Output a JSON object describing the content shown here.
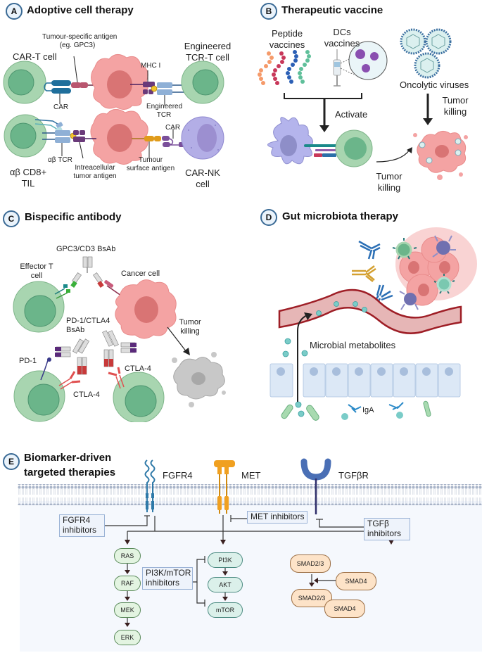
{
  "figure": {
    "panels": {
      "A": {
        "letter": "A",
        "title": "Adoptive cell therapy",
        "labels": {
          "car_t_cell": "CAR-T cell",
          "tumour_specific_antigen_1": "Tumour-specific antigen",
          "tumour_specific_antigen_2": "(eg. GPC3)",
          "engineered_tcr_t_1": "Engineered",
          "engineered_tcr_t_2": "TCR-T cell",
          "mhc_i": "MHC I",
          "car_top": "CAR",
          "engineered_tcr_1": "Engineered",
          "engineered_tcr_2": "TCR",
          "car_nk_receptor": "CAR",
          "ab_tcr": "αβ TCR",
          "intracellular_antigen_1": "Intreacellular",
          "intracellular_antigen_2": "tumor antigen",
          "tumour_surface_antigen_1": "Tumour",
          "tumour_surface_antigen_2": "surface antigen",
          "ab_cd8_til_1": "αβ CD8+",
          "ab_cd8_til_2": "TIL",
          "car_nk_cell_1": "CAR-NK",
          "car_nk_cell_2": "cell"
        }
      },
      "B": {
        "letter": "B",
        "title": "Therapeutic vaccine",
        "labels": {
          "peptide_vaccines_1": "Peptide",
          "peptide_vaccines_2": "vaccines",
          "dcs_vaccines_1": "DCs",
          "dcs_vaccines_2": "vaccines",
          "oncolytic_viruses": "Oncolytic viruses",
          "activate": "Activate",
          "tumor_killing_right_1": "Tumor",
          "tumor_killing_right_2": "killing",
          "tumor_killing_bottom_1": "Tumor",
          "tumor_killing_bottom_2": "killing"
        }
      },
      "C": {
        "letter": "C",
        "title": "Bispecific antibody",
        "labels": {
          "gpc3_cd3_bsab": "GPC3/CD3 BsAb",
          "effector_t_cell_1": "Effector T",
          "effector_t_cell_2": "cell",
          "cancer_cell": "Cancer cell",
          "pd1_ctla4_bsab_1": "PD-1/CTLA4",
          "pd1_ctla4_bsab_2": "BsAb",
          "tumor_killing_1": "Tumor",
          "tumor_killing_2": "killing",
          "pd1": "PD-1",
          "ctla4_left": "CTLA-4",
          "ctla4_right": "CTLA-4"
        }
      },
      "D": {
        "letter": "D",
        "title": "Gut microbiota therapy",
        "labels": {
          "microbial_metabolites": "Microbial metabolites",
          "iga": "IgA"
        }
      },
      "E": {
        "letter": "E",
        "title_1": "Biomarker-driven",
        "title_2": "targeted therapies",
        "receptors": {
          "fgfr4": "FGFR4",
          "met": "MET",
          "tgfbr": "TGFβR"
        },
        "inhibitors": {
          "fgfr4_1": "FGFR4",
          "fgfr4_2": "inhibitors",
          "met": "MET inhibitors",
          "tgfb_1": "TGFβ",
          "tgfb_2": "inhibitors",
          "pi3k_mtor_1": "PI3K/mTOR",
          "pi3k_mtor_2": "inhibitors"
        },
        "pathways": {
          "mapk": [
            "RAS",
            "RAF",
            "MEK",
            "ERK"
          ],
          "pi3k": [
            "PI3K",
            "AKT",
            "mTOR"
          ],
          "smad": {
            "smad23_top": "SMAD2/3",
            "smad4_side": "SMAD4",
            "smad23_complex": "SMAD2/3",
            "smad4_complex": "SMAD4"
          }
        }
      }
    },
    "colors": {
      "badge_border": "#3a6a95",
      "t_cell_outer": "#a8d5b0",
      "t_cell_inner": "#6bb58a",
      "tumor": "#f4a3a3",
      "tumor_nucleus": "#d97474",
      "nk_cell": "#b3aee6",
      "dc": "#b4b4ec",
      "vessel": "#a02028",
      "epithelium": "#dce8f6",
      "fgfr4": "#2e79a8",
      "met": "#f0a020",
      "tgfbr": "#4a6fb5"
    }
  }
}
